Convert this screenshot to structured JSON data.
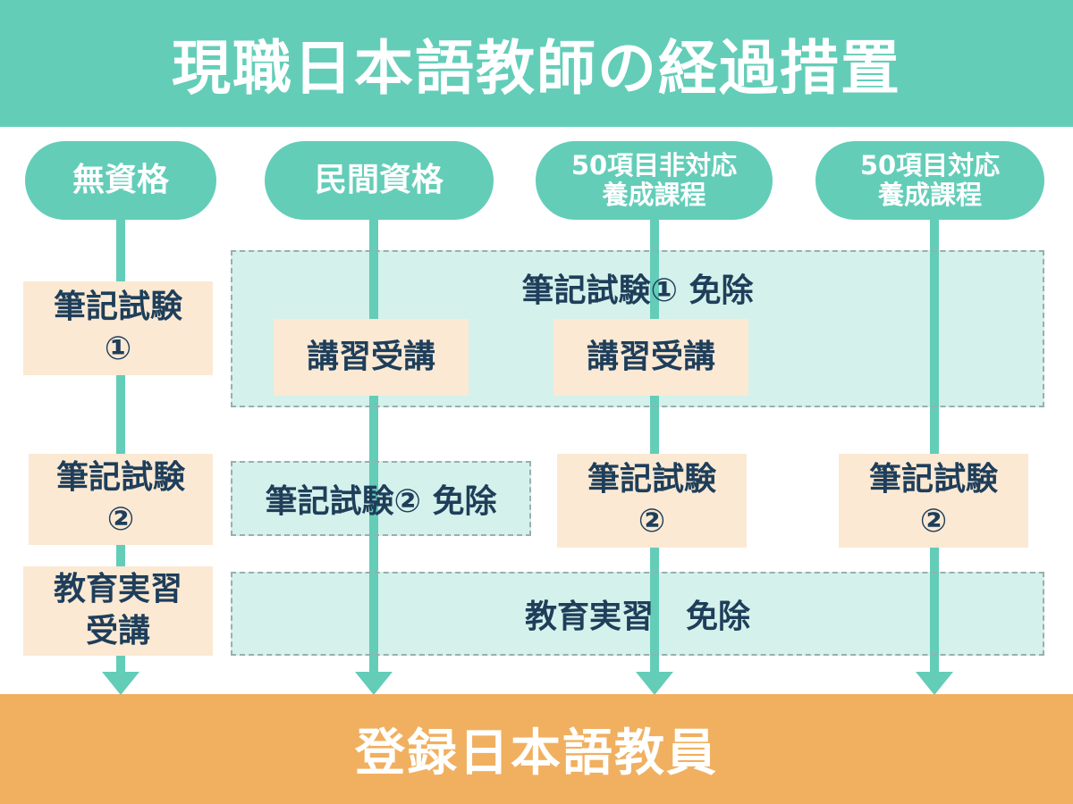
{
  "title": "現職日本語教師の経過措置",
  "columns": [
    {
      "label_lines": [
        "無資格"
      ]
    },
    {
      "label_lines": [
        "民間資格"
      ]
    },
    {
      "label_lines": [
        "50項目非対応",
        "養成課程"
      ]
    },
    {
      "label_lines": [
        "50項目対応",
        "養成課程"
      ]
    }
  ],
  "bands": {
    "exam1_exempt": "筆記試験① 免除",
    "exam2_exempt": "筆記試験② 免除",
    "practicum_exempt": "教育実習　免除"
  },
  "boxes": {
    "col1_exam1": [
      "筆記試験",
      "①"
    ],
    "col1_exam2": [
      "筆記試験",
      "②"
    ],
    "col1_practicum": [
      "教育実習",
      "受講"
    ],
    "col2_course": [
      "講習受講"
    ],
    "col3_course": [
      "講習受講"
    ],
    "col3_exam2": [
      "筆記試験",
      "②"
    ],
    "col4_exam2": [
      "筆記試験",
      "②"
    ]
  },
  "result": "登録日本語教員",
  "colors": {
    "teal": "#63cdb8",
    "orange": "#f0b060",
    "peach": "#fbe9d3",
    "text_dark": "#1e3e5a"
  }
}
